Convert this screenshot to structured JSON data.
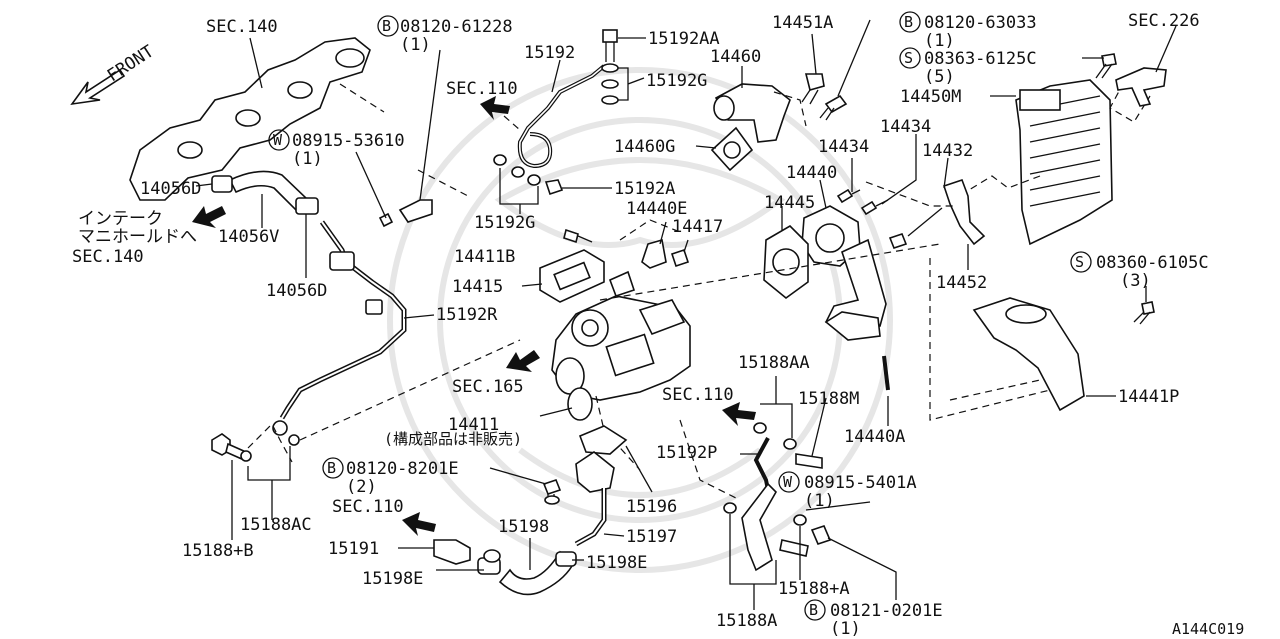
{
  "diagram": {
    "code": "A144C019",
    "front": "FRONT",
    "labels": {
      "sec140": "SEC.140",
      "sec110_a": "SEC.110",
      "sec226": "SEC.226",
      "sec165": "SEC.165",
      "sec110_b": "SEC.110",
      "sec110_c": "SEC.110",
      "b_61228": "08120-61228",
      "b_61228_qty": "(1)",
      "w_53610": "08915-53610",
      "w_53610_qty": "(1)",
      "p15192": "15192",
      "p15192AA": "15192AA",
      "p15192G_a": "15192G",
      "p15192G_b": "15192G",
      "p15192A": "15192A",
      "p14451A": "14451A",
      "p14460": "14460",
      "p14460G": "14460G",
      "b_63033": "08120-63033",
      "b_63033_qty": "(1)",
      "s_6125C": "08363-6125C",
      "s_6125C_qty": "(5)",
      "p14450M": "14450M",
      "p14434_a": "14434",
      "p14434_b": "14434",
      "p14432": "14432",
      "p14440": "14440",
      "p14445": "14445",
      "p14440E": "14440E",
      "p14417": "14417",
      "p14411B": "14411B",
      "p14415": "14415",
      "p14452": "14452",
      "s_6105C": "08360-6105C",
      "s_6105C_qty": "(3)",
      "p14056D_a": "14056D",
      "p14056V": "14056V",
      "p14056D_b": "14056D",
      "intake_l1": "インテーク",
      "intake_l2": "マニホールドへ",
      "intake_l3": "SEC.140",
      "p15192R": "15192R",
      "p14441P": "14441P",
      "p15188AA": "15188AA",
      "p15188M": "15188M",
      "p14440A": "14440A",
      "p14411": "14411",
      "p14411_note": "(構成部品は非販売)",
      "p15192P": "15192P",
      "b_8201E": "08120-8201E",
      "b_8201E_qty": "(2)",
      "w_5401A": "08915-5401A",
      "w_5401A_qty": "(1)",
      "p15196": "15196",
      "p15198": "15198",
      "p15197": "15197",
      "p15191": "15191",
      "p15198E_a": "15198E",
      "p15198E_b": "15198E",
      "p15188AC": "15188AC",
      "p15188B": "15188+B",
      "p15188A_plus": "15188+A",
      "p15188A": "15188A",
      "b_0201E": "08121-0201E",
      "b_0201E_qty": "(1)"
    },
    "circle_marks": {
      "b": "B",
      "w": "W",
      "s": "S"
    }
  }
}
